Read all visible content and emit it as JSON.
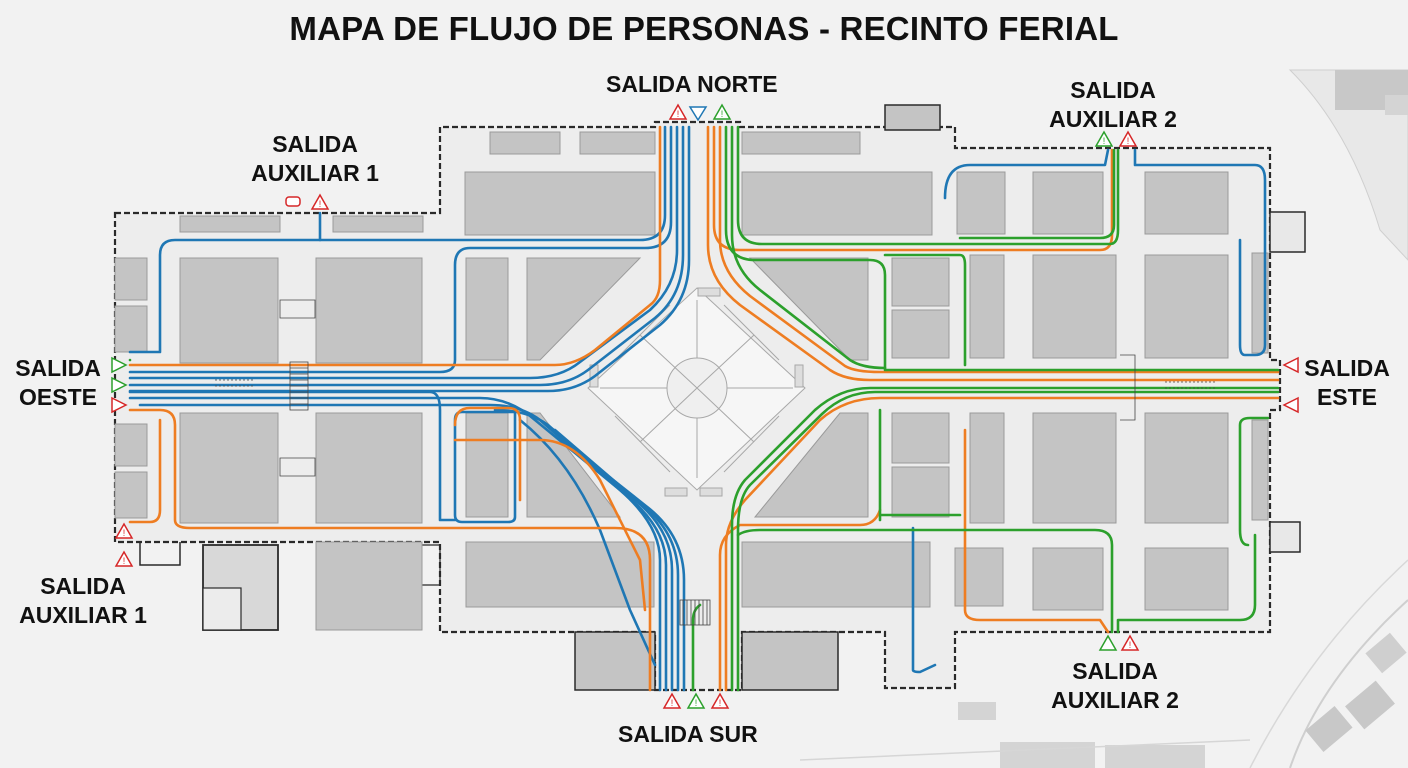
{
  "title": "MAPA DE FLUJO DE PERSONAS - RECINTO FERIAL",
  "exits": {
    "north": {
      "line1": "SALIDA NORTE"
    },
    "south": {
      "line1": "SALIDA SUR"
    },
    "west": {
      "line1": "SALIDA",
      "line2": "OESTE"
    },
    "east": {
      "line1": "SALIDA",
      "line2": "ESTE"
    },
    "aux1_top": {
      "line1": "SALIDA",
      "line2": "AUXILIAR 1"
    },
    "aux1_bottom": {
      "line1": "SALIDA",
      "line2": "AUXILIAR 1"
    },
    "aux2_top": {
      "line1": "SALIDA",
      "line2": "AUXILIAR 2"
    },
    "aux2_bottom": {
      "line1": "SALIDA",
      "line2": "AUXILIAR 2"
    }
  },
  "colors": {
    "background": "#f2f2f2",
    "building": "#c4c4c4",
    "wall": "#2a2a2a",
    "flow_blue": "#1f77b4",
    "flow_orange": "#ee7d22",
    "flow_green": "#2ca02c",
    "warning_red": "#d62728"
  },
  "icons": [
    "warning-triangle-icon",
    "exit-arrow-icon",
    "door-icon",
    "stairs-icon"
  ]
}
